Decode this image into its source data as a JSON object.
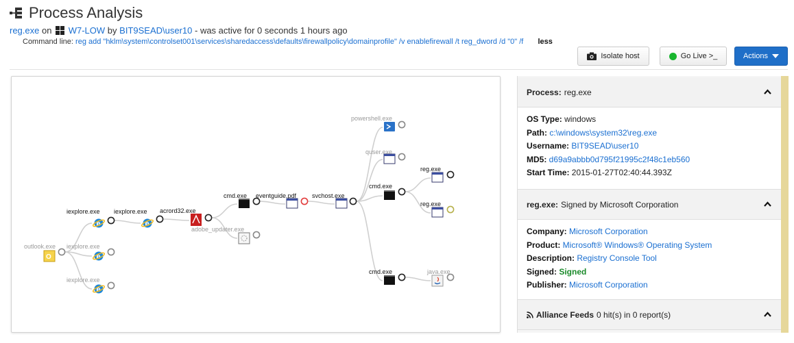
{
  "header": {
    "title": "Process Analysis",
    "process_name": "reg.exe",
    "on_text": "on",
    "host": "W7-LOW",
    "by_text": "by",
    "user": "BIT9SEAD\\user10",
    "active_text": "- was active for 0 seconds 1 hours ago",
    "command_line_label": "Command line:",
    "command_line": "reg add \"hklm\\system\\controlset001\\services\\sharedaccess\\defaults\\firewallpolicy\\domainprofile\" /v enablefirewall /t reg_dword /d \"0\" /f",
    "less_label": "less"
  },
  "toolbar": {
    "isolate_label": "Isolate host",
    "golive_label": "Go Live >_",
    "actions_label": "Actions",
    "colors": {
      "actions_bg": "#1f6fc8",
      "live_dot": "#18b52e"
    }
  },
  "tree": {
    "nodes": [
      {
        "id": "n_outlook",
        "label": "outlook.exe",
        "icon": "outlook-icon",
        "faded": true
      },
      {
        "id": "n_iex1",
        "label": "iexplore.exe",
        "icon": "ie-icon",
        "faded": false
      },
      {
        "id": "n_iex2",
        "label": "iexplore.exe",
        "icon": "ie-icon",
        "faded": true
      },
      {
        "id": "n_iex3",
        "label": "iexplore.exe",
        "icon": "ie-icon",
        "faded": true
      },
      {
        "id": "n_iex4",
        "label": "iexplore.exe",
        "icon": "ie-icon",
        "faded": false
      },
      {
        "id": "n_acro",
        "label": "acrord32.exe",
        "icon": "acrobat-icon",
        "faded": false
      },
      {
        "id": "n_adobeupd",
        "label": "adobe_updater.exe",
        "icon": "installer-icon",
        "faded": true
      },
      {
        "id": "n_cmd1",
        "label": "cmd.exe",
        "icon": "console-icon",
        "faded": false
      },
      {
        "id": "n_pdf",
        "label": "eventguide.pdf",
        "icon": "window-icon",
        "faded": false
      },
      {
        "id": "n_svchost",
        "label": "svchost.exe",
        "icon": "window-icon",
        "faded": false
      },
      {
        "id": "n_powershell",
        "label": "powershell.exe",
        "icon": "powershell-icon",
        "faded": true
      },
      {
        "id": "n_quser",
        "label": "quser.exe",
        "icon": "window-icon",
        "faded": true
      },
      {
        "id": "n_cmd2",
        "label": "cmd.exe",
        "icon": "console-icon",
        "faded": false
      },
      {
        "id": "n_reg1",
        "label": "reg.exe",
        "icon": "window-icon",
        "faded": false
      },
      {
        "id": "n_reg2",
        "label": "reg.exe",
        "icon": "window-icon",
        "faded": false
      },
      {
        "id": "n_cmd3",
        "label": "cmd.exe",
        "icon": "console-icon",
        "faded": false
      },
      {
        "id": "n_java",
        "label": "java.exe",
        "icon": "java-icon",
        "faded": true
      }
    ],
    "colors": {
      "edge": "#cfcfcf",
      "alert_node": "#e23b3b",
      "selected_node": "#b6b04a"
    }
  },
  "details": {
    "process_section": {
      "heading_label": "Process:",
      "heading_value": "reg.exe",
      "rows": [
        {
          "label": "OS Type:",
          "value": "windows",
          "link": false
        },
        {
          "label": "Path:",
          "value": "c:\\windows\\system32\\reg.exe",
          "link": true
        },
        {
          "label": "Username:",
          "value": "BIT9SEAD\\user10",
          "link": true
        },
        {
          "label": "MD5:",
          "value": "d69a9abbb0d795f21995c2f48c1eb560",
          "link": true
        },
        {
          "label": "Start Time:",
          "value": "2015-01-27T02:40:44.393Z",
          "link": false
        }
      ]
    },
    "signature_section": {
      "heading_label": "reg.exe:",
      "heading_value": "Signed by Microsoft Corporation",
      "rows": [
        {
          "label": "Company:",
          "value": "Microsoft Corporation",
          "link": true
        },
        {
          "label": "Product:",
          "value": "Microsoft® Windows® Operating System",
          "link": true
        },
        {
          "label": "Description:",
          "value": "Registry Console Tool",
          "link": true
        },
        {
          "label": "Signed:",
          "value": "Signed",
          "link": false
        },
        {
          "label": "Publisher:",
          "value": "Microsoft Corporation",
          "link": true
        }
      ]
    },
    "feeds_section": {
      "heading_label": "Alliance Feeds",
      "heading_value": "0 hit(s) in 0 report(s)"
    },
    "colors": {
      "stripe": "#e6d79a",
      "signed": "#1a8a2a"
    }
  }
}
